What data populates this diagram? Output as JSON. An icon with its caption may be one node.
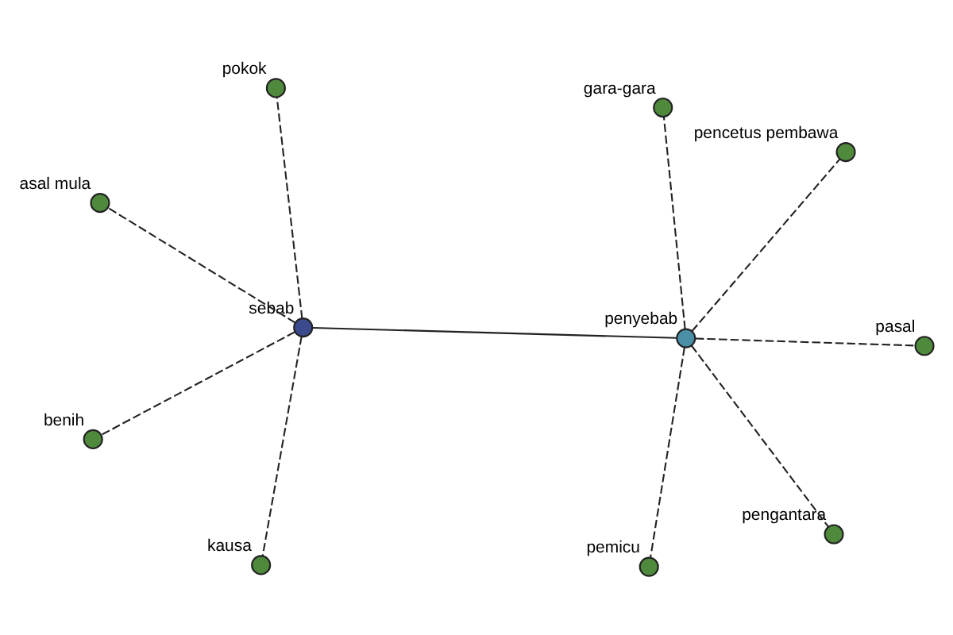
{
  "diagram": {
    "nodes": [
      {
        "text": [],
        "shape": "circle",
        "beside": [
          "asal mula"
        ]
      },
      {
        "text": [],
        "shape": "circle",
        "beside": [
          "pokok"
        ]
      },
      {
        "text": [],
        "shape": "circle",
        "beside": [
          "kausa"
        ]
      },
      {
        "text": [],
        "shape": "circle",
        "beside": [
          "sebab"
        ]
      },
      {
        "text": [],
        "shape": "circle",
        "beside": [
          "pencetus pembawa"
        ]
      },
      {
        "text": [],
        "shape": "circle",
        "beside": [
          "gara-gara"
        ]
      },
      {
        "text": [],
        "shape": "circle",
        "beside": [
          "benih"
        ]
      },
      {
        "text": [],
        "shape": "circle",
        "beside": [
          "pasal"
        ]
      },
      {
        "text": [],
        "shape": "circle",
        "beside": [
          "penyebab"
        ]
      },
      {
        "text": [],
        "shape": "circle",
        "beside": [
          "pengantara"
        ]
      },
      {
        "text": [],
        "shape": "circle",
        "beside": [
          "pemicu"
        ]
      }
    ],
    "edges": [
      {
        "from": 3,
        "to": 0,
        "arrow": "none",
        "style": "dashed"
      },
      {
        "from": 3,
        "to": 1,
        "arrow": "none",
        "style": "dashed"
      },
      {
        "from": 3,
        "to": 2,
        "arrow": "none",
        "style": "dashed"
      },
      {
        "from": 3,
        "to": 6,
        "arrow": "none",
        "style": "dashed"
      },
      {
        "from": 3,
        "to": 8,
        "arrow": "none"
      },
      {
        "from": 8,
        "to": 4,
        "arrow": "none",
        "style": "dashed"
      },
      {
        "from": 8,
        "to": 5,
        "arrow": "none",
        "style": "dashed"
      },
      {
        "from": 8,
        "to": 7,
        "arrow": "none",
        "style": "dashed"
      },
      {
        "from": 8,
        "to": 9,
        "arrow": "none",
        "style": "dashed"
      },
      {
        "from": 8,
        "to": 10,
        "arrow": "none",
        "style": "dashed"
      }
    ]
  }
}
